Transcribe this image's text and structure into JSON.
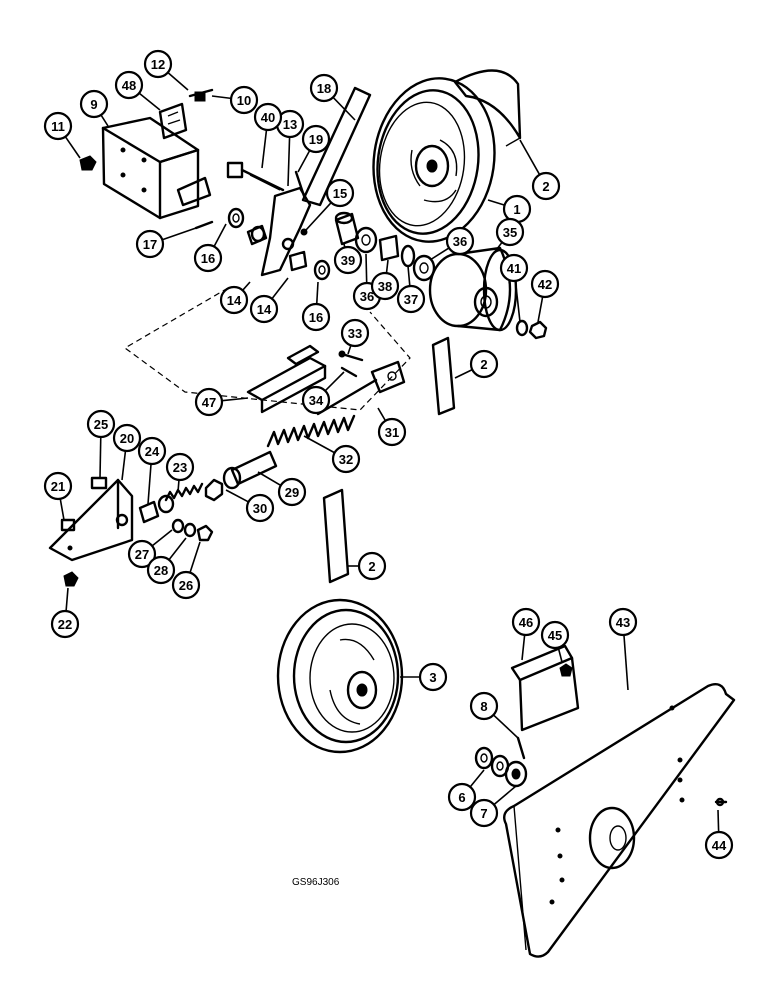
{
  "figure_code": "GS96J306",
  "callouts": [
    "1",
    "2",
    "3",
    "6",
    "7",
    "8",
    "9",
    "10",
    "11",
    "12",
    "13",
    "14",
    "15",
    "16",
    "17",
    "18",
    "19",
    "20",
    "21",
    "22",
    "23",
    "24",
    "25",
    "26",
    "27",
    "28",
    "29",
    "30",
    "31",
    "32",
    "33",
    "34",
    "35",
    "36",
    "37",
    "38",
    "39",
    "40",
    "41",
    "42",
    "43",
    "44",
    "45",
    "46",
    "47",
    "48"
  ]
}
